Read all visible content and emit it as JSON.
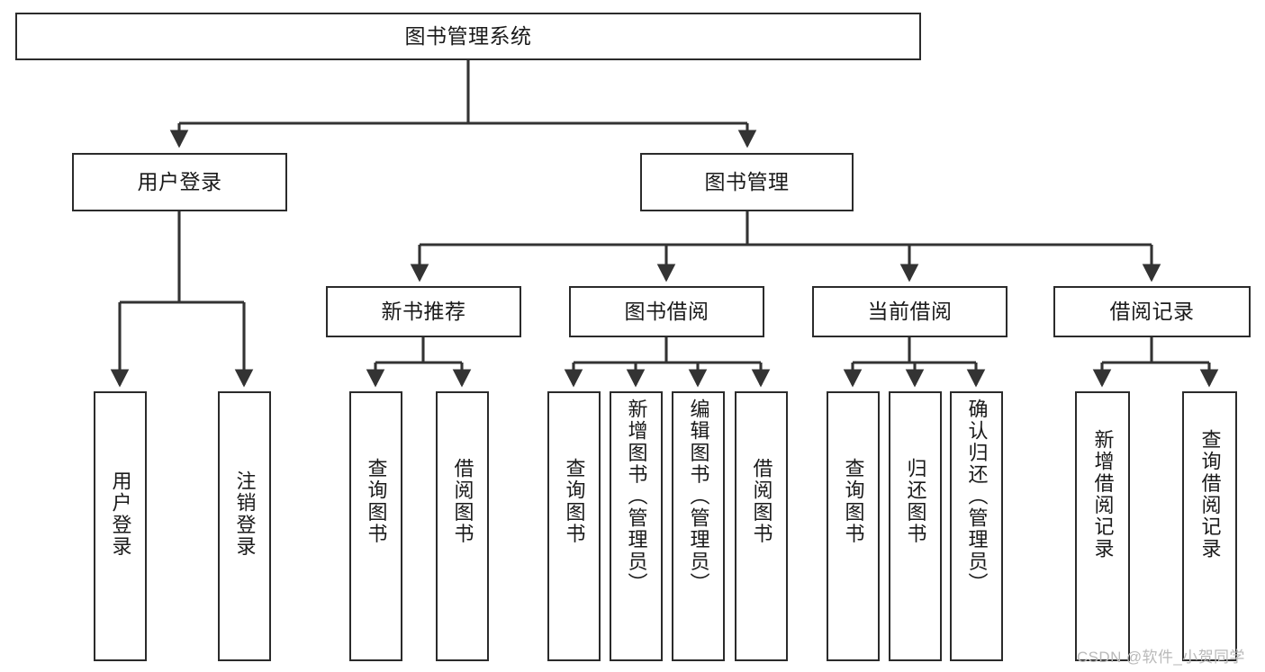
{
  "diagram": {
    "type": "tree",
    "title": "图书管理系统",
    "root": {
      "id": "root",
      "label": "图书管理系统"
    },
    "level1": [
      {
        "id": "user-login",
        "label": "用户登录"
      },
      {
        "id": "book-manage",
        "label": "图书管理"
      }
    ],
    "level2": [
      {
        "id": "new-book-rec",
        "label": "新书推荐",
        "parent": "book-manage"
      },
      {
        "id": "book-borrow",
        "label": "图书借阅",
        "parent": "book-manage"
      },
      {
        "id": "current-borrow",
        "label": "当前借阅",
        "parent": "book-manage"
      },
      {
        "id": "borrow-record",
        "label": "借阅记录",
        "parent": "book-manage"
      }
    ],
    "leaves": [
      {
        "id": "leaf-user-login",
        "label": "用户登录",
        "parent": "user-login"
      },
      {
        "id": "leaf-logout-login",
        "label": "注销登录",
        "parent": "user-login"
      },
      {
        "id": "leaf-query-book-1",
        "label": "查询图书",
        "parent": "new-book-rec"
      },
      {
        "id": "leaf-borrow-book-1",
        "label": "借阅图书",
        "parent": "new-book-rec"
      },
      {
        "id": "leaf-query-book-2",
        "label": "查询图书",
        "parent": "book-borrow"
      },
      {
        "id": "leaf-add-book",
        "label": "新增图书（管理员）",
        "parent": "book-borrow"
      },
      {
        "id": "leaf-edit-book",
        "label": "编辑图书（管理员）",
        "parent": "book-borrow"
      },
      {
        "id": "leaf-borrow-book-2",
        "label": "借阅图书",
        "parent": "book-borrow"
      },
      {
        "id": "leaf-query-book-3",
        "label": "查询图书",
        "parent": "current-borrow"
      },
      {
        "id": "leaf-return-book",
        "label": "归还图书",
        "parent": "current-borrow"
      },
      {
        "id": "leaf-confirm-return",
        "label": "确认归还（管理员）",
        "parent": "current-borrow"
      },
      {
        "id": "leaf-add-record",
        "label": "新增借阅记录",
        "parent": "borrow-record"
      },
      {
        "id": "leaf-query-record",
        "label": "查询借阅记录",
        "parent": "borrow-record"
      }
    ],
    "colors": {
      "box_border": "#2b2b2b",
      "box_fill": "#ffffff",
      "edge": "#333333",
      "text": "#1a1a1a",
      "watermark": "#b9b9b9",
      "background": "#ffffff"
    }
  },
  "watermark": {
    "text": "CSDN @软件_小贺同学"
  }
}
